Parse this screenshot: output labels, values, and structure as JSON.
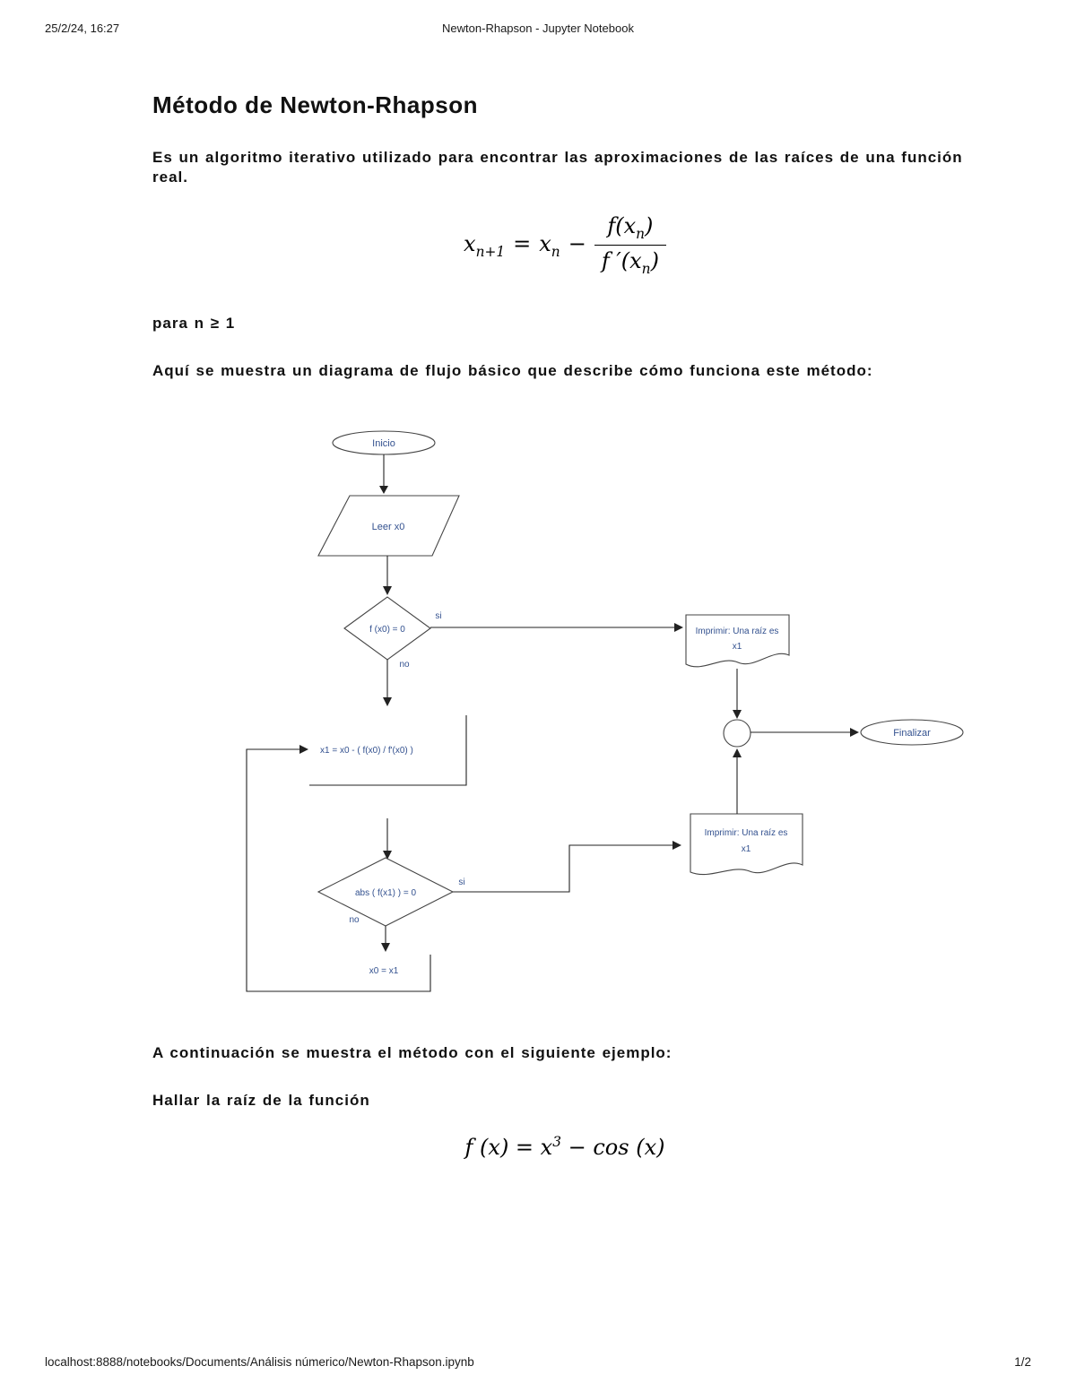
{
  "header": {
    "datetime": "25/2/24, 16:27",
    "title": "Newton-Rhapson - Jupyter Notebook"
  },
  "footer": {
    "url": "localhost:8888/notebooks/Documents/Análisis númerico/Newton-Rhapson.ipynb",
    "page": "1/2"
  },
  "doc": {
    "title": "Método de Newton-Rhapson",
    "intro": "Es un algoritmo iterativo utilizado para encontrar las aproximaciones de las raíces de una función real.",
    "for_n": "para n ≥ 1",
    "flow_intro": "Aquí se muestra un diagrama de flujo básico que describe cómo funciona este método:",
    "example_intro": "A continuación se muestra el método con el siguiente ejemplo:",
    "find_root": "Hallar la raíz de la función"
  },
  "formula1": {
    "lhs_base": "x",
    "lhs_sub": "n+1",
    "equals": "=",
    "rhs_base": "x",
    "rhs_sub": "n",
    "minus": "−",
    "num_pre": "f(x",
    "num_sub": "n",
    "num_post": ")",
    "den_pre": "f ′(x",
    "den_sub": "n",
    "den_post": ")"
  },
  "formula2": {
    "pre": "f (x) = x",
    "sup": "3",
    "post": " − cos (x)"
  },
  "flowchart": {
    "inicio": "Inicio",
    "leer": "Leer x0",
    "cond1": "f (x0) = 0",
    "si1": "si",
    "no1": "no",
    "proceso": "x1 = x0 - ( f(x0) / f'(x0) )",
    "print1_line1": "Imprimir: Una raíz es",
    "print1_line2": "x1",
    "cond2": "abs ( f(x1) ) = 0",
    "si2": "si",
    "no2": "no",
    "asigna": "x0 = x1",
    "print2_line1": "Imprimir: Una raíz es",
    "print2_line2": "x1",
    "finalizar": "Finalizar"
  },
  "colors": {
    "flow_text": "#33518f",
    "shape_stroke": "#454545",
    "line": "#222222"
  }
}
